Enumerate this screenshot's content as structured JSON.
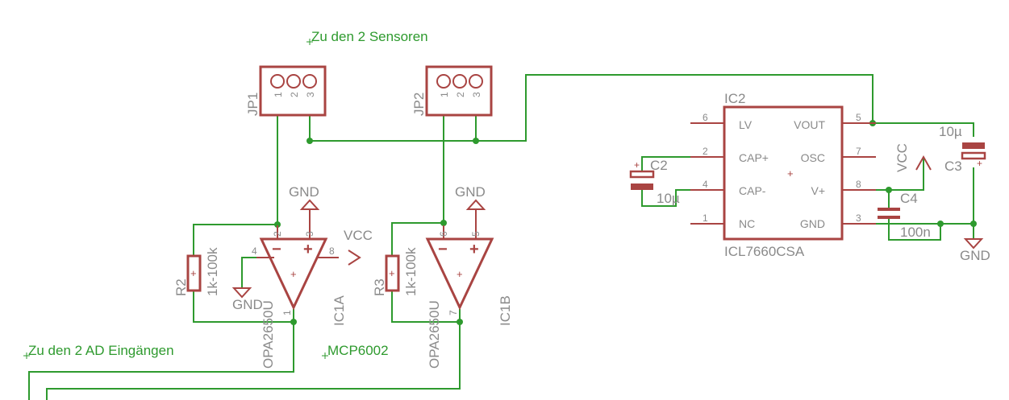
{
  "notes": {
    "sensors": "Zu den 2 Sensoren",
    "ad_inputs": "Zu den 2 AD Eingängen",
    "mcp": "MCP6002"
  },
  "jp1": {
    "name": "JP1",
    "pins": [
      "1",
      "2",
      "3"
    ]
  },
  "jp2": {
    "name": "JP2",
    "pins": [
      "1",
      "2",
      "3"
    ]
  },
  "ic1a": {
    "name": "IC1A",
    "part": "OPA2650U",
    "pins": {
      "in_minus": "2",
      "in_plus": "3",
      "vss": "4",
      "vdd": "8",
      "out": "1"
    },
    "minus_sign": "−",
    "plus_sign": "+",
    "body_plus": "+"
  },
  "ic1b": {
    "name": "IC1B",
    "part": "OPA2650U",
    "pins": {
      "in_minus": "6",
      "in_plus": "5",
      "out": "7"
    },
    "minus_sign": "−",
    "plus_sign": "+",
    "body_plus": "+"
  },
  "r2": {
    "name": "R2",
    "value": "1k-100k"
  },
  "r3": {
    "name": "R3",
    "value": "1k-100k"
  },
  "supplies": {
    "gnd_ic1a": "GND",
    "gnd_ic1b": "GND",
    "gnd_ic1a_bottom": "GND",
    "vcc_ic1a": "VCC",
    "vcc_ic2": "VCC",
    "gnd_right": "GND"
  },
  "ic2": {
    "name": "IC2",
    "part": "ICL7660CSA",
    "origin_plus": "+",
    "left_pins": [
      {
        "num": "6",
        "label": "LV"
      },
      {
        "num": "2",
        "label": "CAP+"
      },
      {
        "num": "4",
        "label": "CAP-"
      },
      {
        "num": "1",
        "label": "NC"
      }
    ],
    "right_pins": [
      {
        "num": "5",
        "label": "VOUT"
      },
      {
        "num": "7",
        "label": "OSC"
      },
      {
        "num": "8",
        "label": "V+"
      },
      {
        "num": "3",
        "label": "GND"
      }
    ]
  },
  "c2": {
    "name": "C2",
    "value": "10µ",
    "plus": "+"
  },
  "c3": {
    "name": "C3",
    "value": "10µ",
    "plus": "+"
  },
  "c4": {
    "name": "C4",
    "value": "100n"
  },
  "colors": {
    "wire": "#2e9a2e",
    "symbol": "#a94442",
    "label": "#8a8a8a",
    "background": "#ffffff"
  }
}
